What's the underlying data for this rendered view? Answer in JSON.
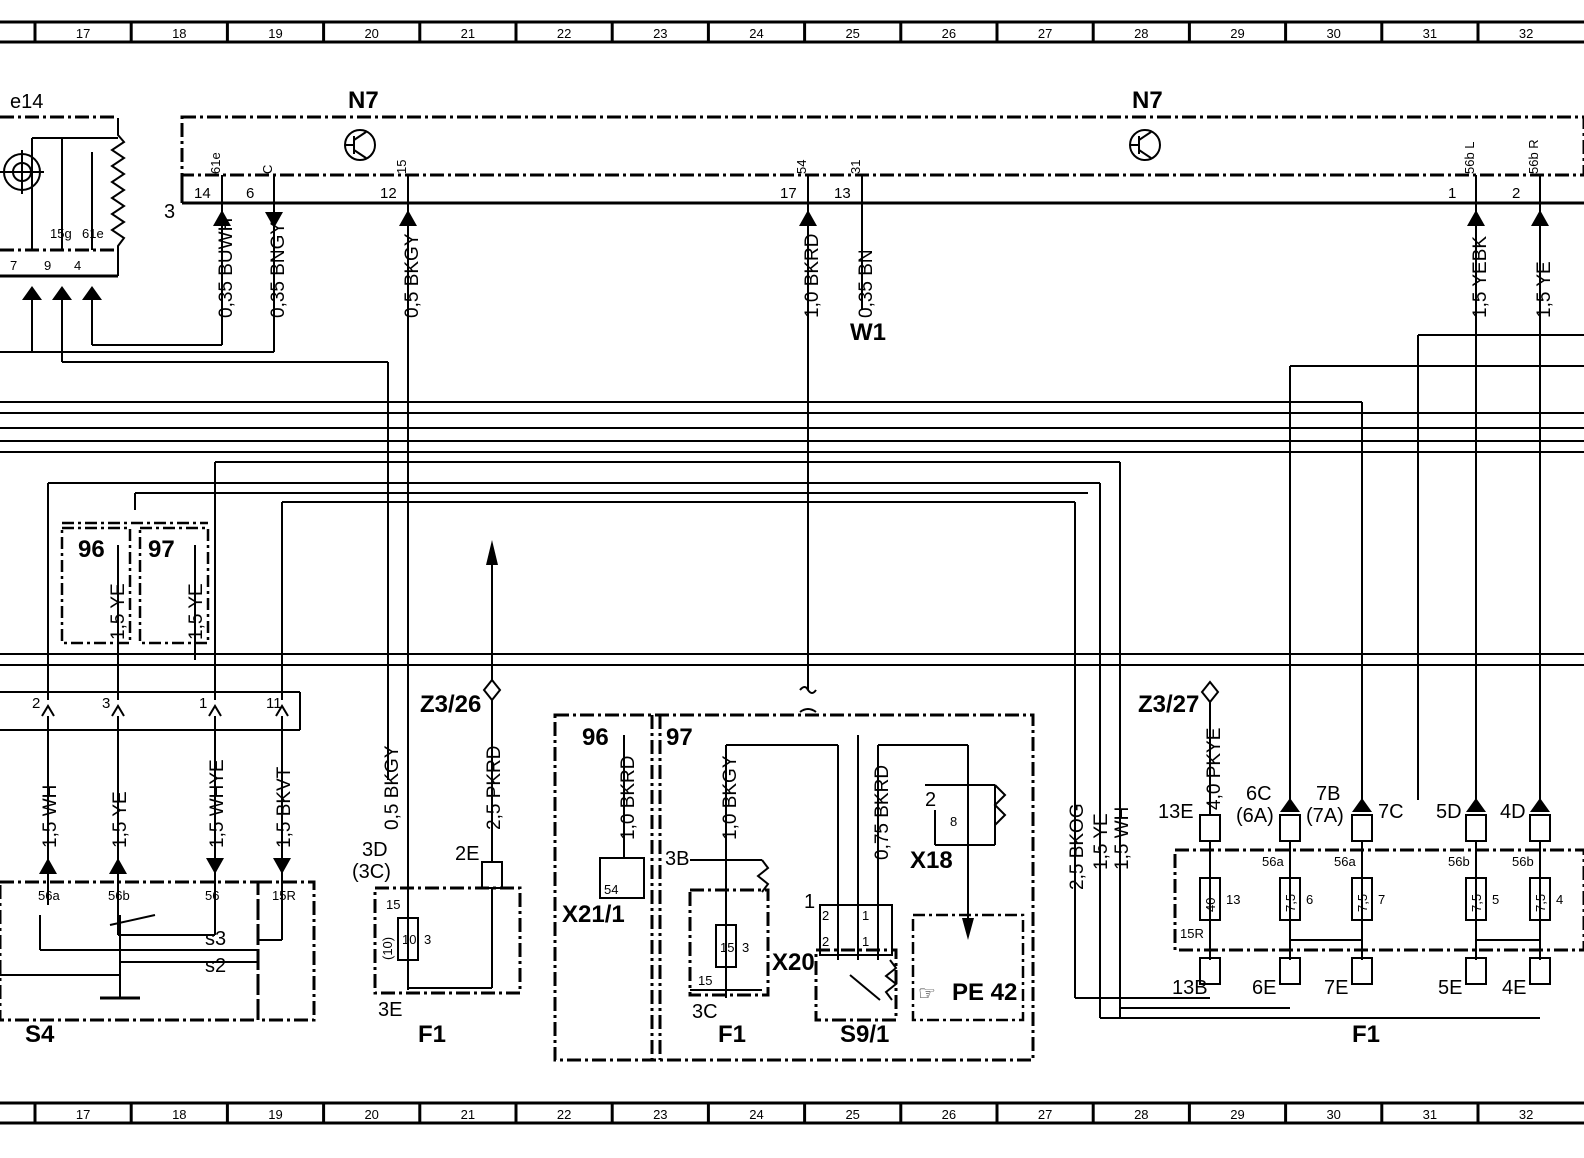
{
  "columns": [
    "17",
    "18",
    "19",
    "20",
    "21",
    "22",
    "23",
    "24",
    "25",
    "26",
    "27",
    "28",
    "29",
    "30",
    "31",
    "32"
  ],
  "components": {
    "e14": "e14",
    "n7_left": "N7",
    "n7_right": "N7",
    "w1": "W1",
    "z3_26": "Z3/26",
    "z3_27": "Z3/27",
    "x18": "X18",
    "x20": "X20",
    "x21_1": "X21/1",
    "s4": "S4",
    "s9_1": "S9/1",
    "f1_a": "F1",
    "f1_b": "F1",
    "f1_c": "F1",
    "pe42": "PE 42"
  },
  "n7_pins": [
    {
      "pos": "14",
      "term": "61e",
      "wire": "0,35 BUWH"
    },
    {
      "pos": "6",
      "term": "C",
      "wire": "0,35 BNGY"
    },
    {
      "pos": "12",
      "term": "15",
      "wire": "0,5 BKGY"
    },
    {
      "pos": "17",
      "term": "54",
      "wire": "1,0 BKRD"
    },
    {
      "pos": "13",
      "term": "31",
      "wire": "0,35 BN"
    },
    {
      "pos": "1",
      "term": "56b L",
      "wire": "1,5 YEBK"
    },
    {
      "pos": "2",
      "term": "56b R",
      "wire": "1,5 YE"
    }
  ],
  "n7_connector": "3",
  "e14_pins": [
    "7",
    "9",
    "4"
  ],
  "e14_terms": [
    "15g",
    "61e"
  ],
  "ref_blocks": {
    "b96_left": "96",
    "b97_left": "97",
    "b96_mid": "96",
    "b97_mid": "97",
    "wire_96": "1,5 YE",
    "wire_97": "1,5 YE"
  },
  "s4": {
    "pins": [
      "2",
      "3",
      "1",
      "11"
    ],
    "wires": [
      "1,5 WH",
      "1,5 YE",
      "1,5 WHYE",
      "1,5 BKVT"
    ],
    "terms": [
      "56a",
      "56b",
      "56",
      "15R"
    ],
    "switches": [
      "s3",
      "s2"
    ]
  },
  "f1_left": {
    "top": "3D",
    "top2": "(3C)",
    "bottom": "3E",
    "fuse": "10",
    "fuse_alt": "(10)",
    "num": "3",
    "term": "15",
    "wire": "0,5 BKGY",
    "z_pin": "2E",
    "z_wire": "2,5 PKRD"
  },
  "x21_1": {
    "pin": "54",
    "wire": "1,0 BKRD"
  },
  "f1_mid": {
    "top": "3B",
    "bottom": "3C",
    "fuse": "15",
    "num": "3",
    "term": "15",
    "wire": "1,0 BKGY"
  },
  "s9_1": {
    "pins": [
      "1",
      "2",
      "1",
      "2",
      "1"
    ],
    "wire": "0,75 BKRD",
    "x18_pins": [
      "2",
      "8"
    ]
  },
  "right_wires": [
    "2,5 BKOG",
    "1,5 YE",
    "1,5 WH"
  ],
  "z3_27_wire": "4,0 PKYE",
  "f1_right": {
    "top_labels": [
      "13E",
      "6C",
      "(6A)",
      "7B",
      "(7A)",
      "7C",
      "5D",
      "4D"
    ],
    "terms": [
      "56a",
      "56a",
      "56b",
      "56b"
    ],
    "fuses": [
      {
        "rating": "40",
        "num": "13",
        "term": "15R"
      },
      {
        "rating": "7,5",
        "num": "6"
      },
      {
        "rating": "7,5",
        "num": "7"
      },
      {
        "rating": "7,5",
        "num": "5"
      },
      {
        "rating": "7,5",
        "num": "4"
      }
    ],
    "bottom_labels": [
      "13B",
      "6E",
      "7E",
      "5E",
      "4E"
    ]
  }
}
